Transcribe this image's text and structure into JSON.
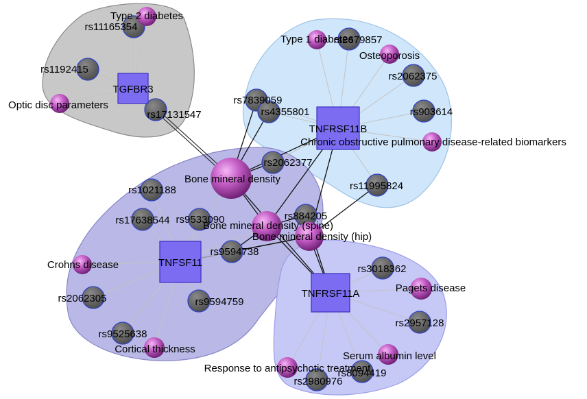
{
  "clusters": [
    {
      "id": "TGFBR3",
      "fill": "#c8c8c8",
      "stroke": "#8a8a8a"
    },
    {
      "id": "TNFRSF11B",
      "fill": "#cfe6fb",
      "stroke": "#9ec3e6"
    },
    {
      "id": "TNFSF11",
      "fill": "#b9b8e6",
      "stroke": "#8886c6"
    },
    {
      "id": "TNFRSF11A",
      "fill": "#c6c8f6",
      "stroke": "#9a9ce8"
    }
  ],
  "genes": [
    {
      "id": "TGFBR3",
      "label": "TGFBR3"
    },
    {
      "id": "TNFRSF11B",
      "label": "TNFRSF11B"
    },
    {
      "id": "TNFSF11",
      "label": "TNFSF11"
    },
    {
      "id": "TNFRSF11A",
      "label": "TNFRSF11A"
    }
  ],
  "traits": [
    {
      "id": "t2d",
      "label": "Type 2 diabetes"
    },
    {
      "id": "odp",
      "label": "Optic disc parameters"
    },
    {
      "id": "t1d",
      "label": "Type 1 diabetes"
    },
    {
      "id": "osteo",
      "label": "Osteoporosis"
    },
    {
      "id": "copd",
      "label": "Chronic obstructive pulmonary disease-related biomarkers"
    },
    {
      "id": "bmd",
      "label": "Bone mineral density"
    },
    {
      "id": "bmds",
      "label": "Bone mineral density (spine)"
    },
    {
      "id": "bmdh",
      "label": "Bone mineral density (hip)"
    },
    {
      "id": "crohn",
      "label": "Crohns disease"
    },
    {
      "id": "cortical",
      "label": "Cortical thickness"
    },
    {
      "id": "paget",
      "label": "Pagets disease"
    },
    {
      "id": "albumin",
      "label": "Serum albumin level"
    },
    {
      "id": "antipsych",
      "label": "Response to antipsychotic treatment"
    }
  ],
  "snps": [
    {
      "id": "rs11165354",
      "label": "rs11165354"
    },
    {
      "id": "rs1192415",
      "label": "rs1192415"
    },
    {
      "id": "rs17131547",
      "label": "rs17131547"
    },
    {
      "id": "rs2679857",
      "label": "rs2679857"
    },
    {
      "id": "rs2062375",
      "label": "rs2062375"
    },
    {
      "id": "rs7839059",
      "label": "rs7839059"
    },
    {
      "id": "rs4355801",
      "label": "rs4355801"
    },
    {
      "id": "rs903614",
      "label": "rs903614"
    },
    {
      "id": "rs2062377",
      "label": "rs2062377"
    },
    {
      "id": "rs11995824",
      "label": "rs11995824"
    },
    {
      "id": "rs1021188",
      "label": "rs1021188"
    },
    {
      "id": "rs17638544",
      "label": "rs17638544"
    },
    {
      "id": "rs9533090",
      "label": "rs9533090"
    },
    {
      "id": "rs884205",
      "label": "rs884205"
    },
    {
      "id": "rs9594738",
      "label": "rs9594738"
    },
    {
      "id": "rs9594759",
      "label": "rs9594759"
    },
    {
      "id": "rs2062305",
      "label": "rs2062305"
    },
    {
      "id": "rs9525638",
      "label": "rs9525638"
    },
    {
      "id": "rs3018362",
      "label": "rs3018362"
    },
    {
      "id": "rs2957128",
      "label": "rs2957128"
    },
    {
      "id": "rs8094419",
      "label": "rs8094419"
    },
    {
      "id": "rs2980976",
      "label": "rs2980976"
    }
  ],
  "edges": [
    {
      "from": "TGFBR3",
      "to": "t2d",
      "style": "gray"
    },
    {
      "from": "TGFBR3",
      "to": "rs11165354",
      "style": "gray"
    },
    {
      "from": "TGFBR3",
      "to": "rs1192415",
      "style": "gray"
    },
    {
      "from": "TGFBR3",
      "to": "odp",
      "style": "gray"
    },
    {
      "from": "TGFBR3",
      "to": "rs17131547",
      "style": "gray"
    },
    {
      "from": "rs17131547",
      "to": "bmd",
      "style": "double"
    },
    {
      "from": "TNFRSF11B",
      "to": "t1d",
      "style": "gray"
    },
    {
      "from": "TNFRSF11B",
      "to": "rs2679857",
      "style": "gray"
    },
    {
      "from": "TNFRSF11B",
      "to": "osteo",
      "style": "gray"
    },
    {
      "from": "TNFRSF11B",
      "to": "rs2062375",
      "style": "gray"
    },
    {
      "from": "TNFRSF11B",
      "to": "rs903614",
      "style": "gray"
    },
    {
      "from": "TNFRSF11B",
      "to": "copd",
      "style": "gray"
    },
    {
      "from": "TNFRSF11B",
      "to": "rs11995824",
      "style": "gray"
    },
    {
      "from": "TNFRSF11B",
      "to": "rs7839059",
      "style": "gray"
    },
    {
      "from": "TNFRSF11B",
      "to": "rs4355801",
      "style": "gray"
    },
    {
      "from": "TNFRSF11B",
      "to": "rs2062377",
      "style": "gray"
    },
    {
      "from": "TNFRSF11B",
      "to": "bmd",
      "style": "black"
    },
    {
      "from": "TNFRSF11B",
      "to": "bmds",
      "style": "black"
    },
    {
      "from": "TNFRSF11B",
      "to": "bmdh",
      "style": "black"
    },
    {
      "from": "rs7839059",
      "to": "bmd",
      "style": "black"
    },
    {
      "from": "rs4355801",
      "to": "bmd",
      "style": "black"
    },
    {
      "from": "rs2062377",
      "to": "bmd",
      "style": "black"
    },
    {
      "from": "rs11995824",
      "to": "bmdh",
      "style": "black"
    },
    {
      "from": "bmd",
      "to": "bmds",
      "style": "black"
    },
    {
      "from": "bmd",
      "to": "TNFRSF11A",
      "style": "black"
    },
    {
      "from": "bmds",
      "to": "TNFRSF11A",
      "style": "black"
    },
    {
      "from": "bmdh",
      "to": "TNFRSF11A",
      "style": "black"
    },
    {
      "from": "rs884205",
      "to": "TNFRSF11A",
      "style": "black"
    },
    {
      "from": "rs884205",
      "to": "bmds",
      "style": "black"
    },
    {
      "from": "rs884205",
      "to": "bmdh",
      "style": "black"
    },
    {
      "from": "rs9594738",
      "to": "bmds",
      "style": "black"
    },
    {
      "from": "rs9594738",
      "to": "bmdh",
      "style": "black"
    },
    {
      "from": "TNFSF11",
      "to": "bmdh",
      "style": "black"
    },
    {
      "from": "TNFSF11",
      "to": "bmd",
      "style": "gray"
    },
    {
      "from": "TNFSF11",
      "to": "rs1021188",
      "style": "gray"
    },
    {
      "from": "TNFSF11",
      "to": "rs17638544",
      "style": "gray"
    },
    {
      "from": "TNFSF11",
      "to": "rs9533090",
      "style": "gray"
    },
    {
      "from": "TNFSF11",
      "to": "rs9594738",
      "style": "gray"
    },
    {
      "from": "TNFSF11",
      "to": "rs9594759",
      "style": "gray"
    },
    {
      "from": "TNFSF11",
      "to": "crohn",
      "style": "gray"
    },
    {
      "from": "TNFSF11",
      "to": "rs2062305",
      "style": "gray"
    },
    {
      "from": "TNFSF11",
      "to": "rs9525638",
      "style": "gray"
    },
    {
      "from": "TNFSF11",
      "to": "cortical",
      "style": "gray"
    },
    {
      "from": "TNFSF11",
      "to": "bmds",
      "style": "gray"
    },
    {
      "from": "TNFRSF11A",
      "to": "rs3018362",
      "style": "gray"
    },
    {
      "from": "TNFRSF11A",
      "to": "paget",
      "style": "gray"
    },
    {
      "from": "TNFRSF11A",
      "to": "rs2957128",
      "style": "gray"
    },
    {
      "from": "TNFRSF11A",
      "to": "albumin",
      "style": "gray"
    },
    {
      "from": "TNFRSF11A",
      "to": "rs8094419",
      "style": "gray"
    },
    {
      "from": "TNFRSF11A",
      "to": "rs2980976",
      "style": "gray"
    },
    {
      "from": "TNFRSF11A",
      "to": "antipsych",
      "style": "gray"
    }
  ]
}
